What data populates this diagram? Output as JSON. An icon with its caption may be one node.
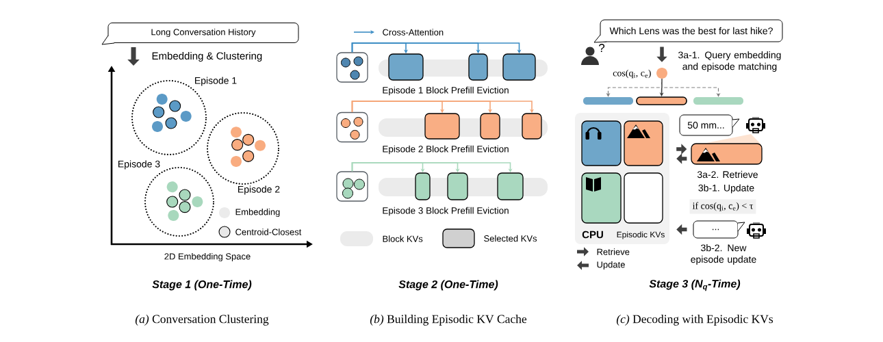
{
  "diagram": {
    "nodes": [
      {
        "text": [
          "Long Conversation History"
        ]
      },
      {
        "text": [
          "Episode 1"
        ]
      },
      {
        "text": [
          "Episode 2"
        ]
      },
      {
        "text": [
          "Episode 3"
        ]
      },
      {
        "text": [],
        "shape": "box"
      },
      {
        "text": [],
        "shape": "box"
      },
      {
        "text": [],
        "shape": "box"
      },
      {
        "text": [],
        "shape": "box"
      },
      {
        "text": [],
        "shape": "box"
      },
      {
        "text": [],
        "shape": "box"
      },
      {
        "text": [],
        "shape": "box"
      },
      {
        "text": [],
        "shape": "box"
      },
      {
        "text": [],
        "shape": "box"
      },
      {
        "text": [],
        "shape": "box"
      },
      {
        "text": [],
        "shape": "box"
      },
      {
        "text": [],
        "shape": "box"
      },
      {
        "text": [
          "Which Lens was the best for last hike?"
        ]
      },
      {
        "text": [],
        "shape": "circle",
        "beside": [
          "cos(q$_{i}$, c$_{e}$)"
        ]
      },
      {
        "text": [],
        "shape": "bar"
      },
      {
        "text": [],
        "shape": "bar"
      },
      {
        "text": [],
        "shape": "bar"
      },
      {
        "text": [
          "CPU",
          "Episodic KVs"
        ]
      },
      {
        "text": [],
        "shape": "box",
        "in": 21
      },
      {
        "text": [],
        "shape": "box",
        "in": 21
      },
      {
        "text": [],
        "shape": "box",
        "in": 21
      },
      {
        "text": [],
        "shape": "box",
        "in": 21
      },
      {
        "text": [],
        "shape": "box"
      },
      {
        "text": [
          "50 mm..."
        ]
      },
      {
        "text": [
          "..."
        ]
      },
      {
        "text": [],
        "shape": "bar"
      },
      {
        "text": [],
        "shape": "bar"
      },
      {
        "text": [],
        "shape": "bar"
      }
    ],
    "edges": [
      {
        "from": 4,
        "to": 5,
        "arrow": "to",
        "color": "#3a8cc4"
      },
      {
        "from": 4,
        "to": 6,
        "arrow": "to",
        "color": "#3a8cc4"
      },
      {
        "from": 4,
        "to": 7,
        "arrow": "to",
        "color": "#3a8cc4"
      },
      {
        "from": 8,
        "to": 9,
        "arrow": "to",
        "color": "#f5a577"
      },
      {
        "from": 8,
        "to": 10,
        "arrow": "to",
        "color": "#f5a577"
      },
      {
        "from": 8,
        "to": 11,
        "arrow": "to",
        "color": "#f5a577"
      },
      {
        "from": 12,
        "to": 13,
        "arrow": "to",
        "color": "#a8d9bc"
      },
      {
        "from": 12,
        "to": 14,
        "arrow": "to",
        "color": "#a8d9bc"
      },
      {
        "from": 12,
        "to": 15,
        "arrow": "to",
        "color": "#a8d9bc"
      },
      {
        "from": 16,
        "to": 17,
        "arrow": "to",
        "style": "thick",
        "color": "#404040"
      },
      {
        "from": 17,
        "to": 18,
        "arrow": "to",
        "style": "dashed",
        "color": "#808080"
      },
      {
        "from": 17,
        "to": 19,
        "arrow": "to",
        "color": "#404040"
      },
      {
        "from": 17,
        "to": 20,
        "arrow": "to",
        "style": "dashed",
        "color": "#808080"
      },
      {
        "from": 21,
        "to": 26,
        "arrow": "to",
        "style": "thick",
        "color": "#404040"
      },
      {
        "from": 26,
        "to": 21,
        "arrow": "to",
        "style": "thick",
        "color": "#404040"
      },
      {
        "from": 28,
        "to": 21,
        "arrow": "to",
        "style": "thick",
        "color": "#404040"
      }
    ],
    "labels": [
      "Embedding & Clustering",
      "2D Embedding Space",
      "Episode 1 Block Prefill Eviction",
      "Episode 2 Block Prefill Eviction",
      "Episode 3 Block Prefill Eviction",
      "?",
      "3a-1. Query embedding and episode matching",
      "3a-2. Retrieve",
      "3b-1. Update",
      "if cos(q$_{i}$, c$_{e}$) < τ",
      "3b-2. New episode update",
      "Stage 1 (One-Time)",
      "Stage 2 (One-Time)",
      "Stage 3 (N$_{q}$-Time)",
      "*(a)* Conversation Clustering",
      "*(b)* Building Episodic KV Cache",
      "*(c)* Decoding with Episodic KVs"
    ],
    "legend": [
      {
        "text": "Embedding",
        "color": "#ebebeb"
      },
      {
        "text": "Centroid-Closest"
      },
      {
        "text": "Cross-Attention"
      },
      {
        "text": "Block KVs",
        "color": "#ebebeb"
      },
      {
        "text": "Selected KVs",
        "color": "#d0d0d0"
      },
      {
        "text": "Retrieve"
      },
      {
        "text": "Update"
      }
    ]
  }
}
